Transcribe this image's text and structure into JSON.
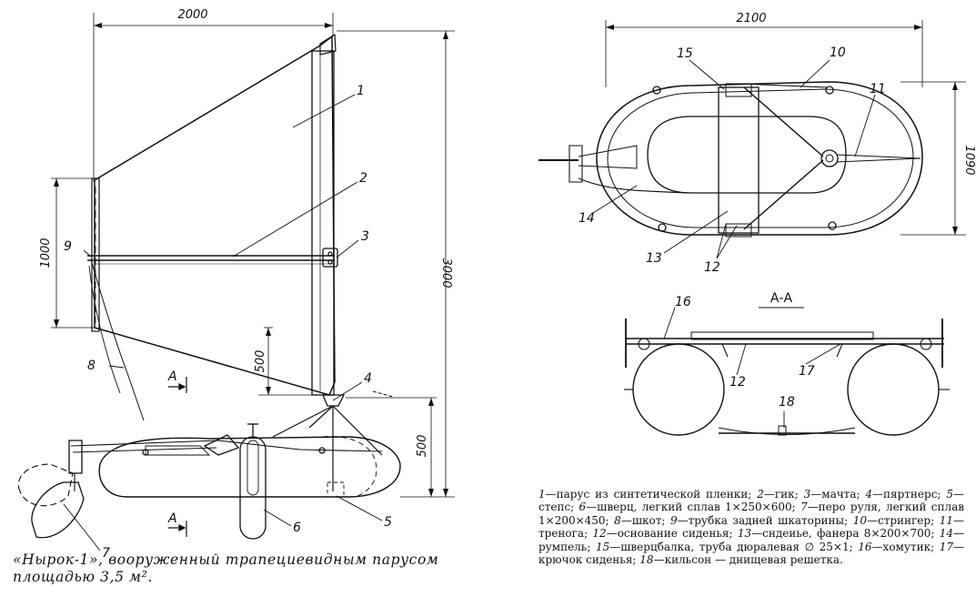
{
  "figure": {
    "left_view": {
      "dims": {
        "width": "2000",
        "height": "3000",
        "boom_height": "1000",
        "foot_height": "500",
        "deck_height": "500"
      },
      "callouts": [
        "1",
        "2",
        "3",
        "4",
        "8",
        "9",
        "7",
        "6",
        "5"
      ],
      "section_marks": [
        "A",
        "A"
      ]
    },
    "top_view": {
      "dims": {
        "length": "2100",
        "width": "1090"
      },
      "callouts": [
        "15",
        "10",
        "11",
        "14",
        "13",
        "12"
      ]
    },
    "section_view": {
      "title": "А-А",
      "callouts": [
        "16",
        "12",
        "17",
        "18"
      ]
    }
  },
  "caption": "«Нырок-1», вооруженный трапециевидным парусом площадью 3,5 м².",
  "legend": [
    {
      "n": "1",
      "text": "парус из синтетической пленки;"
    },
    {
      "n": "2",
      "text": "гик;"
    },
    {
      "n": "3",
      "text": "мачта;"
    },
    {
      "n": "4",
      "text": "пяртнерс;"
    },
    {
      "n": "5",
      "text": "степс;"
    },
    {
      "n": "6",
      "text": "шверц, легкий сплав 1×250×600;"
    },
    {
      "n": "7",
      "text": "перо руля, легкий сплав 1×200×450;"
    },
    {
      "n": "8",
      "text": "шкот;"
    },
    {
      "n": "9",
      "text": "трубка задней шкаторины;"
    },
    {
      "n": "10",
      "text": "стрингер;"
    },
    {
      "n": "11",
      "text": "тренога;"
    },
    {
      "n": "12",
      "text": "основание сиденья;"
    },
    {
      "n": "13",
      "text": "сндеиье, фанера 8×200×700;"
    },
    {
      "n": "14",
      "text": "румпель;"
    },
    {
      "n": "15",
      "text": "шверцбалка, труба дюралевая ∅ 25×1;"
    },
    {
      "n": "16",
      "text": "хомутик;"
    },
    {
      "n": "17",
      "text": "крючок сиденья;"
    },
    {
      "n": "18",
      "text": "кильсон — днищевая решетка."
    }
  ]
}
